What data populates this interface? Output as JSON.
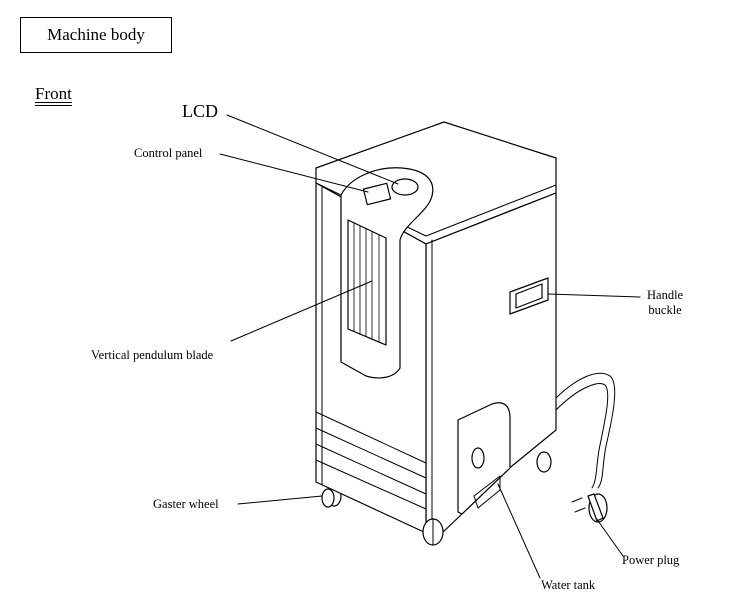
{
  "heading": {
    "box_title": "Machine body",
    "view_label": "Front"
  },
  "labels": {
    "lcd": "LCD",
    "control_panel": "Control panel",
    "vertical_pendulum_blade": "Vertical pendulum blade",
    "handle_buckle_line1": "Handle",
    "handle_buckle_line2": "buckle",
    "gaster_wheel": "Gaster wheel",
    "power_plug": "Power plug",
    "water_tank": "Water tank"
  }
}
